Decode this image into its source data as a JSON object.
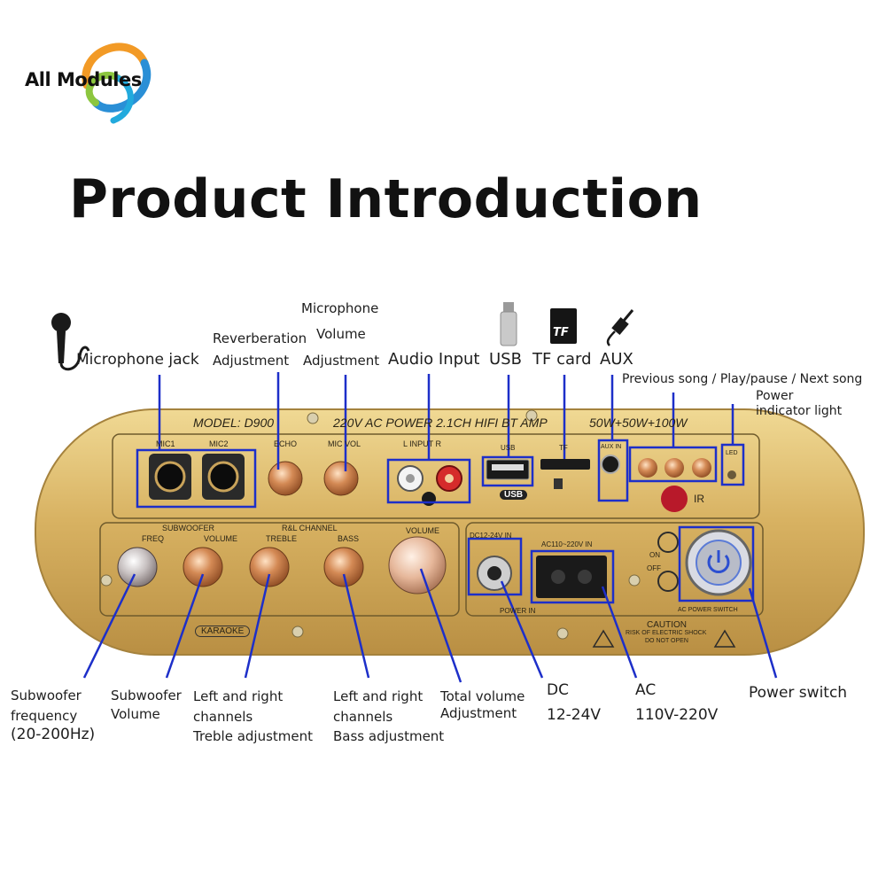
{
  "brand": {
    "logo_text": "All Modules"
  },
  "title": "Product Introduction",
  "top_icons": {
    "tf_glyph": "TF"
  },
  "callouts": {
    "mic_jack": "Microphone jack",
    "reverb": [
      "Reverberation",
      "Adjustment"
    ],
    "mic_volume": [
      "Microphone",
      "Volume",
      "Adjustment"
    ],
    "audio_input": "Audio Input",
    "usb": "USB",
    "tf_card": "TF card",
    "aux": "AUX",
    "song_controls": "Previous song / Play/pause / Next song",
    "power_light": [
      "Power",
      "indicator light"
    ],
    "sub_freq": [
      "Subwoofer",
      "frequency",
      "(20-200Hz)"
    ],
    "sub_volume": [
      "Subwoofer",
      "Volume"
    ],
    "treble": [
      "Left and right",
      "channels",
      "Treble adjustment"
    ],
    "bass": [
      "Left and right",
      "channels",
      "Bass adjustment"
    ],
    "total_volume": [
      "Total volume",
      "Adjustment"
    ],
    "dc": [
      "DC",
      "12-24V"
    ],
    "ac": [
      "AC",
      "110V-220V"
    ],
    "power_switch": "Power switch"
  },
  "plate": {
    "model": "MODEL:  D900",
    "spec": "220V AC POWER 2.1CH HIFI BT AMP",
    "power_rating": "50W+50W+100W",
    "mic1": "MIC1",
    "mic2": "MIC2",
    "echo": "ECHO",
    "mic_vol": "MIC VOL",
    "input": "L  INPUT  R",
    "usb": "USB",
    "usb_badge": "USB",
    "tf": "TF",
    "aux_in": "AUX IN",
    "led": "LED",
    "ir": "IR",
    "subwoofer": "SUBWOOFER",
    "freq": "FREQ",
    "volume_sub": "VOLUME",
    "rl_channel": "R&L CHANNEL",
    "treble": "TREBLE",
    "bass": "BASS",
    "volume_main": "VOLUME",
    "karaoke": "KARAOKE",
    "dc_in": "DC12-24V IN",
    "ac_in": "AC110~220V IN",
    "power_in": "POWER IN",
    "on": "ON",
    "off": "OFF",
    "ac_power_switch": "AC POWER SWITCH",
    "caution": "CAUTION",
    "caution_sub1": "RISK OF ELECTRIC SHOCK",
    "caution_sub2": "DO NOT OPEN"
  },
  "colors": {
    "plate_gold": "#d9b76a",
    "callout_blue": "#1d2fc9",
    "knob_copper": "#c8743f"
  }
}
